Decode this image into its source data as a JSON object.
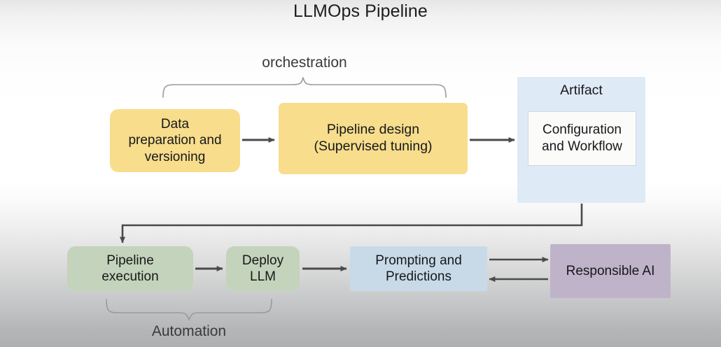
{
  "diagram": {
    "title": "LLMOps Pipeline",
    "type": "flowchart",
    "background": {
      "gradient_top": "#e6e6e6",
      "gradient_middle": "#ffffff",
      "gradient_bottom": "#adafb0"
    },
    "colors": {
      "yellow": "#f7dd8c",
      "light_blue_panel": "#dfeaf7",
      "green": "#c4d3bb",
      "blue": "#c8dae8",
      "purple": "#bfb3ca",
      "arrow": "#4a4a4c",
      "brace": "#8c8c8e"
    },
    "nodes": {
      "data_prep": {
        "label": "Data\npreparation and\nversioning",
        "color": "#f7dd8c",
        "shape": "rounded-rect"
      },
      "pipeline_design": {
        "label": "Pipeline design\n(Supervised tuning)",
        "color": "#f7dd8c",
        "shape": "rounded-rect"
      },
      "artifact": {
        "label": "Artifact",
        "color": "#dfeaf7",
        "shape": "rect",
        "inner": {
          "label": "Configuration\nand Workflow",
          "color": "#fbfbfa"
        }
      },
      "pipeline_execution": {
        "label": "Pipeline\nexecution",
        "color": "#c4d3bb",
        "shape": "rounded-rect"
      },
      "deploy_llm": {
        "label": "Deploy\nLLM",
        "color": "#c4d3bb",
        "shape": "rounded-rect"
      },
      "prompting_predictions": {
        "label": "Prompting and\nPredictions",
        "color": "#c8dae8",
        "shape": "rect"
      },
      "responsible_ai": {
        "label": "Responsible AI",
        "color": "#bfb3ca",
        "shape": "rect"
      }
    },
    "group_braces": {
      "orchestration": {
        "label": "orchestration",
        "direction": "up",
        "spans": [
          "data_prep",
          "pipeline_design"
        ]
      },
      "automation": {
        "label": "Automation",
        "direction": "down",
        "spans": [
          "pipeline_execution",
          "deploy_llm"
        ]
      }
    },
    "edges": [
      {
        "from": "data_prep",
        "to": "pipeline_design",
        "style": "arrow"
      },
      {
        "from": "pipeline_design",
        "to": "artifact",
        "style": "arrow"
      },
      {
        "from": "artifact",
        "to": "pipeline_execution",
        "style": "elbow-arrow"
      },
      {
        "from": "pipeline_execution",
        "to": "deploy_llm",
        "style": "arrow"
      },
      {
        "from": "deploy_llm",
        "to": "prompting_predictions",
        "style": "arrow"
      },
      {
        "from": "prompting_predictions",
        "to": "responsible_ai",
        "style": "arrow"
      },
      {
        "from": "responsible_ai",
        "to": "prompting_predictions",
        "style": "arrow"
      }
    ]
  }
}
